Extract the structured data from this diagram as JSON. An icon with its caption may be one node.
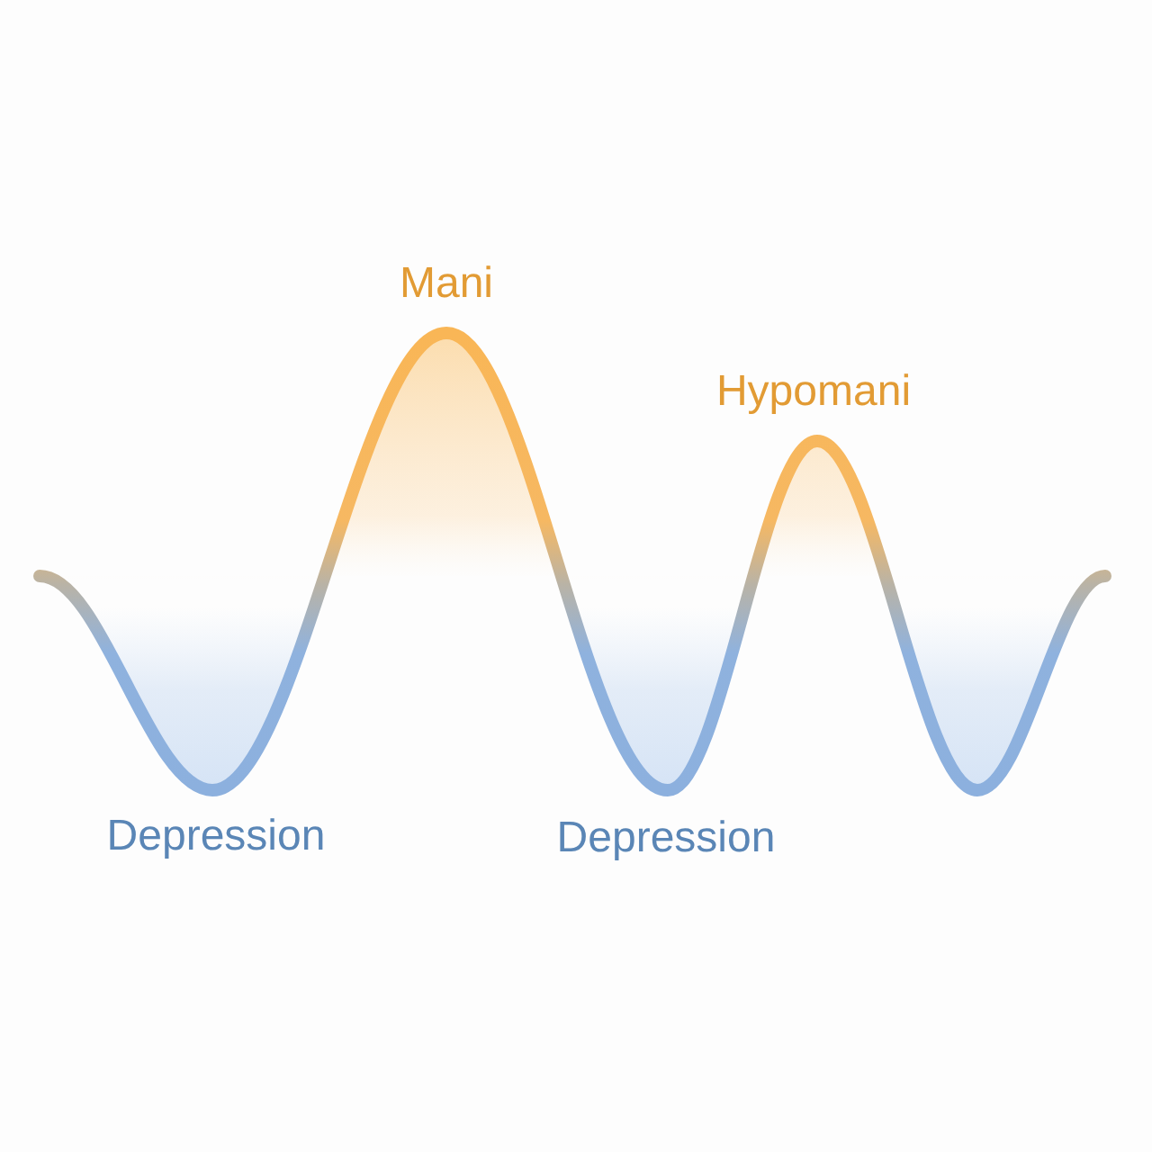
{
  "diagram": {
    "labels": [
      "Mani",
      "Hypomani",
      "Depression",
      "Depression"
    ]
  }
}
